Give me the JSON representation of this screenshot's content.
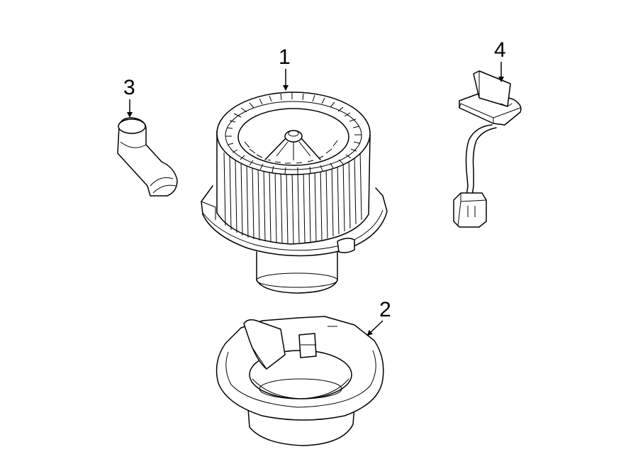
{
  "callouts": {
    "part1": "1",
    "part2": "2",
    "part3": "3",
    "part4": "4"
  }
}
